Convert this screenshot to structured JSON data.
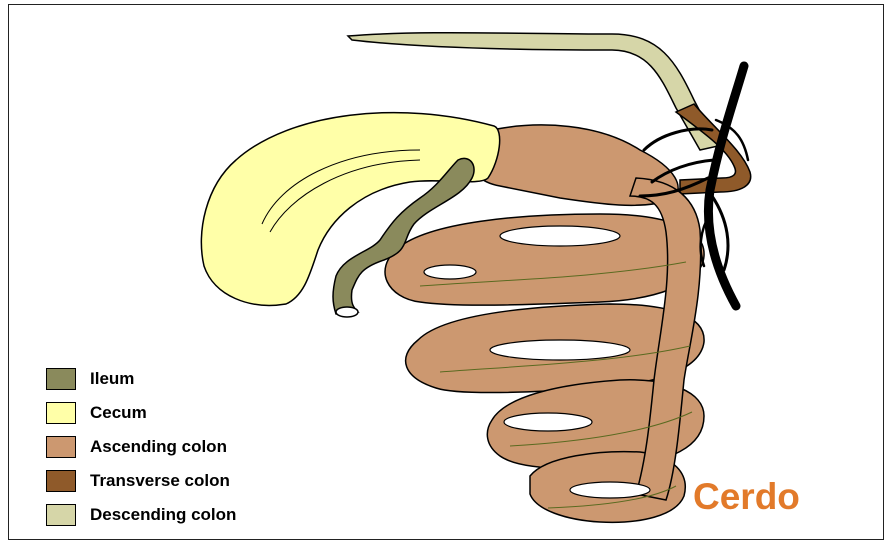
{
  "legend": [
    {
      "label": "Ileum",
      "color": "#8a8a5c"
    },
    {
      "label": "Cecum",
      "color": "#ffffa8"
    },
    {
      "label": "Ascending colon",
      "color": "#cc9870"
    },
    {
      "label": "Transverse colon",
      "color": "#8f5a2a"
    },
    {
      "label": "Descending colon",
      "color": "#d6d6a8"
    }
  ],
  "species_label": "Cerdo",
  "colors": {
    "ileum": "#8a8a5c",
    "cecum": "#ffffa8",
    "ascending_colon": "#cc9870",
    "transverse_colon": "#8f5a2a",
    "descending_colon": "#d6d6a8",
    "vessels": "#000000",
    "accent_text": "#e27a2a"
  }
}
